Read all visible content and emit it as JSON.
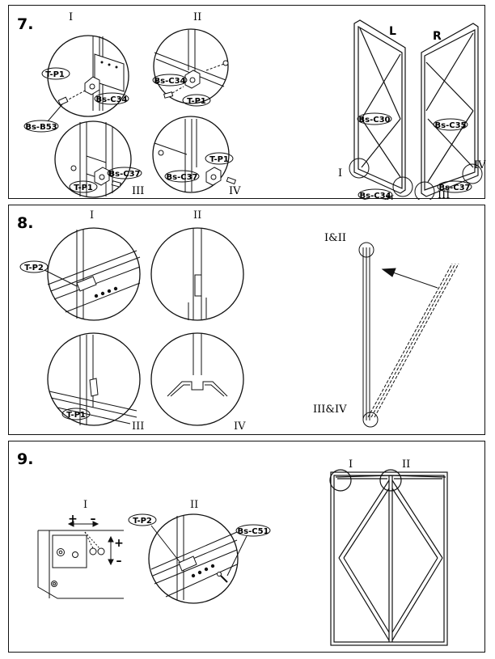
{
  "step7": {
    "number": "7.",
    "detail_labels": [
      "I",
      "II",
      "III",
      "IV"
    ],
    "parts": {
      "tp1": "T-P1",
      "bs_c34": "Bs-C34",
      "bs_b53": "Bs-B53",
      "bs_c37": "Bs-C37",
      "bs_c30": "Bs-C30",
      "bs_c35": "Bs-C35"
    },
    "side_left": "L",
    "side_right": "R"
  },
  "step8": {
    "number": "8.",
    "detail_labels": [
      "I",
      "II",
      "III",
      "IV"
    ],
    "parts": {
      "tp2": "T-P2",
      "tp1": "T-P1"
    },
    "top_label": "I&II",
    "bottom_label": "III&IV"
  },
  "step9": {
    "number": "9.",
    "detail_labels": [
      "I",
      "II"
    ],
    "parts": {
      "tp2": "T-P2",
      "bs_c51": "Bs-C51"
    },
    "plus": "+",
    "minus": "–"
  },
  "colors": {
    "ink": "#111111",
    "paper": "#ffffff",
    "shade": "#cfcfcf"
  }
}
